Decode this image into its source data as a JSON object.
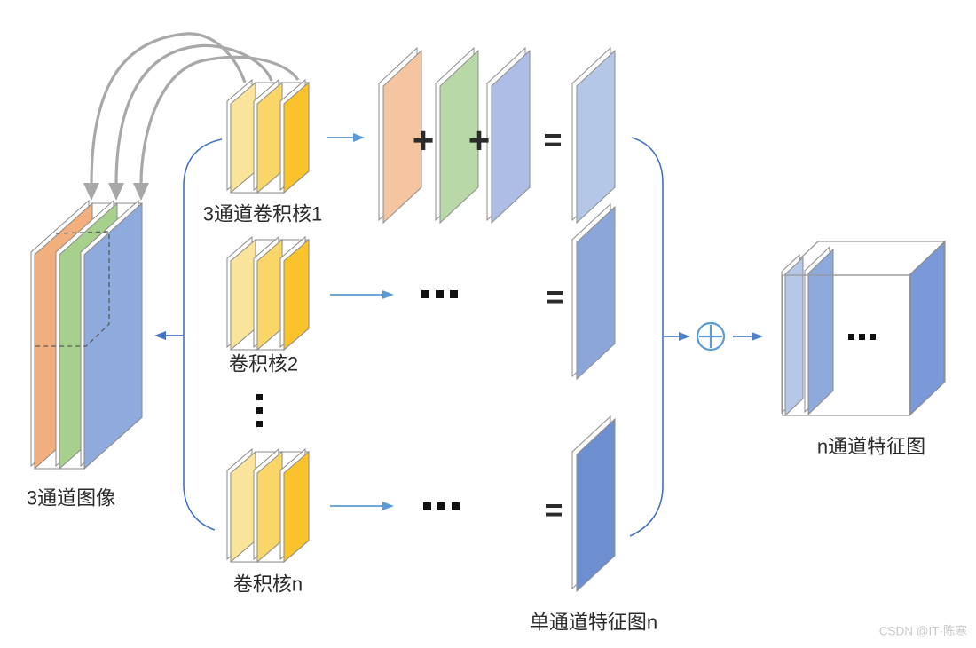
{
  "diagram": {
    "input_image": {
      "label": "3通道图像",
      "channel_colors": [
        "#f1af7e",
        "#a8d08d",
        "#8faadc"
      ]
    },
    "kernels": {
      "kernel1_label": "3通道卷积核1",
      "kernel2_label": "卷积核2",
      "kerneln_label": "卷积核n",
      "slice_colors": [
        "#fae49b",
        "#fad668",
        "#fbc32b"
      ]
    },
    "operators": {
      "plus": "+",
      "equals": "=",
      "combine": "⊕",
      "ellipsis_h": "...",
      "ellipsis_v": "⋮"
    },
    "middle_row": {
      "sheet_colors": [
        "#f5c4a0",
        "#b9d8a8",
        "#aebde6"
      ],
      "result_colors": [
        "#b4c7e7",
        "#8ca6da",
        "#6e8fcf"
      ]
    },
    "outputs": {
      "single_channel_label": "单通道特征图n",
      "multi_channel_label": "n通道特征图",
      "multi_slab_colors": [
        "#b6c7e8",
        "#8ea9db",
        "#7b98d8"
      ]
    },
    "arrow_colors": {
      "light_blue": "#5b9bd5",
      "dark_blue": "#4472c4",
      "gray": "#a8a8a8"
    }
  },
  "watermark": {
    "text": "CSDN @IT·陈寒"
  }
}
